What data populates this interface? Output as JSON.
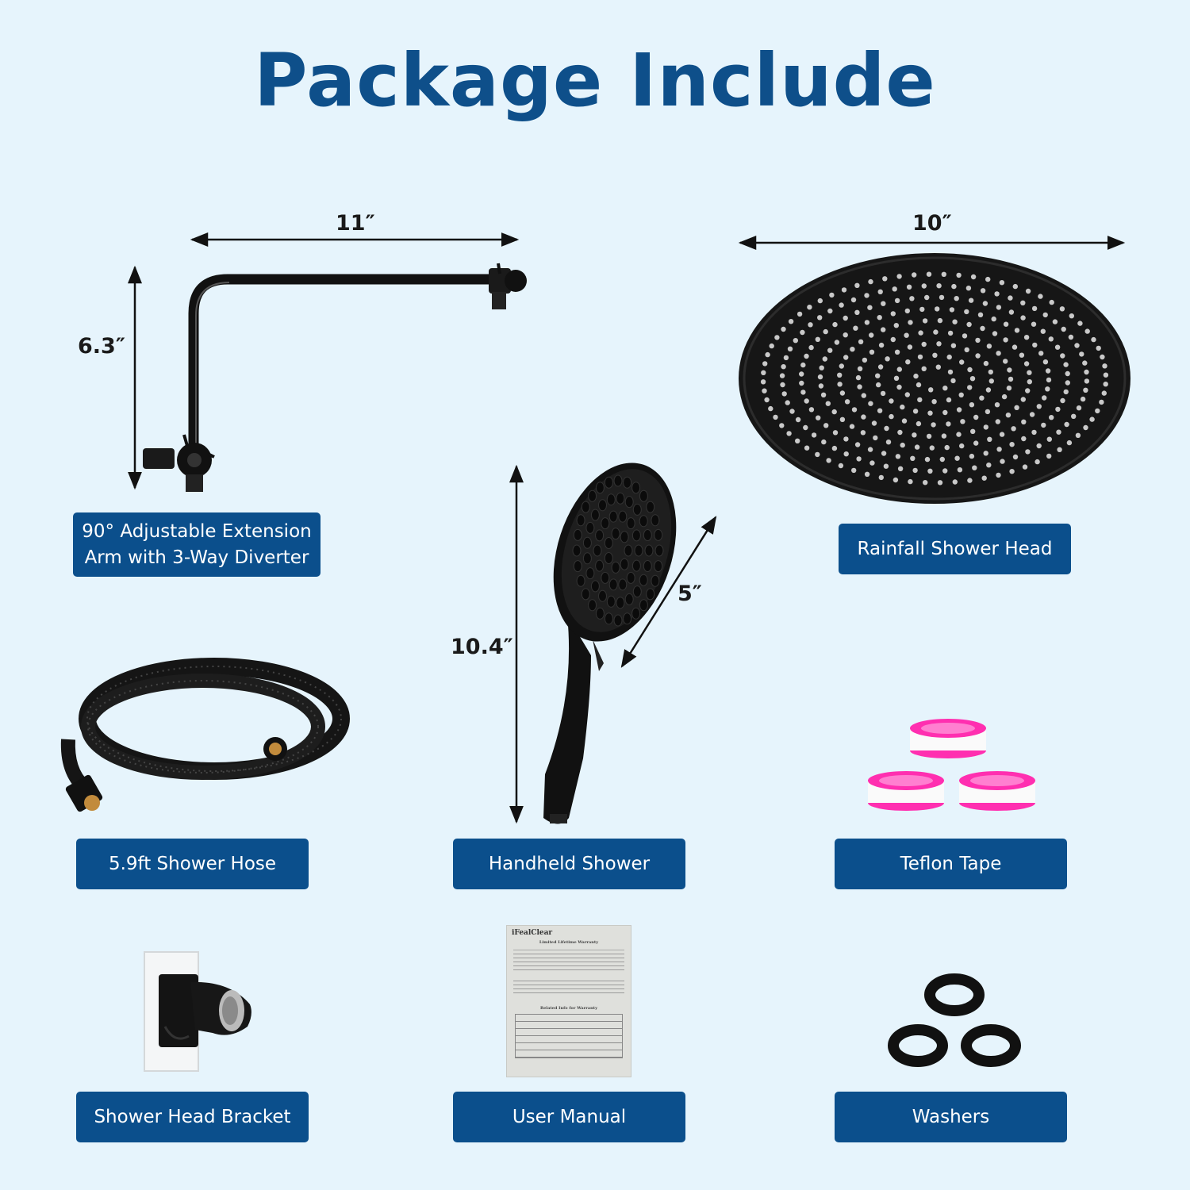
{
  "title": "Package Include",
  "colors": {
    "background": "#e6f4fc",
    "title": "#0e4f8a",
    "label_bg": "#0b4f8c",
    "label_text": "#ffffff",
    "tape_pink": "#ff2fb0"
  },
  "dimensions": {
    "arm_width": "11″",
    "arm_height": "6.3″",
    "rain_width": "10″",
    "handheld_length": "10.4″",
    "handheld_face": "5″"
  },
  "items": {
    "extension_arm": {
      "line1": "90° Adjustable Extension",
      "line2": "Arm with 3-Way Diverter",
      "icon": "extension-arm-icon"
    },
    "rainfall_head": {
      "label": "Rainfall Shower Head",
      "icon": "rainfall-head-icon"
    },
    "shower_hose": {
      "label": "5.9ft Shower Hose",
      "icon": "hose-icon"
    },
    "handheld": {
      "label": "Handheld Shower",
      "icon": "handheld-shower-icon"
    },
    "teflon_tape": {
      "label": "Teflon Tape",
      "icon": "teflon-tape-icon"
    },
    "bracket": {
      "label": "Shower Head Bracket",
      "icon": "bracket-icon"
    },
    "manual": {
      "label": "User Manual",
      "icon": "manual-icon",
      "brand": "iFealClear",
      "heading": "Limited Lifetime Warranty",
      "subheading": "Related Info for Warranty"
    },
    "washers": {
      "label": "Washers",
      "icon": "washer-icon"
    }
  }
}
